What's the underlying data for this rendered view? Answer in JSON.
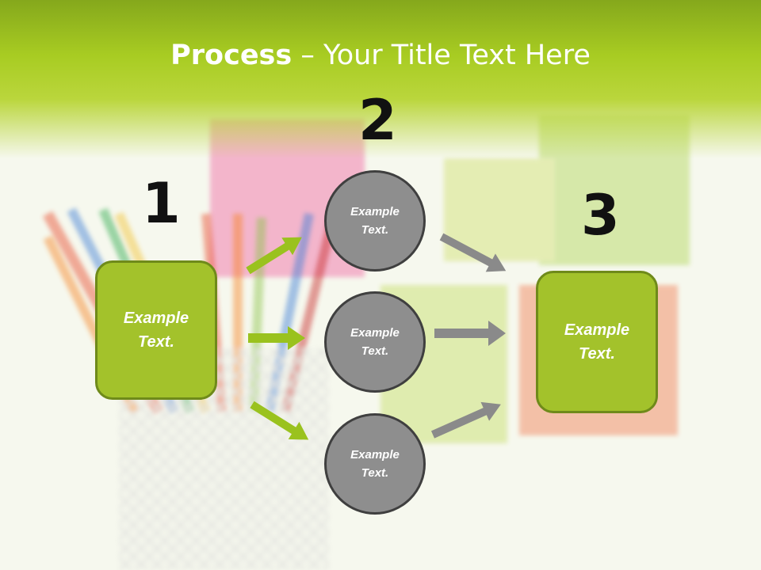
{
  "slide": {
    "title_bold": "Process",
    "title_rest": " – Your Title Text Here",
    "step_numbers": [
      "1",
      "2",
      "3"
    ],
    "box_left": {
      "line1": "Example",
      "line2": "Text."
    },
    "box_right": {
      "line1": "Example",
      "line2": "Text."
    },
    "circles": [
      {
        "line1": "Example",
        "line2": "Text."
      },
      {
        "line1": "Example",
        "line2": "Text."
      },
      {
        "line1": "Example",
        "line2": "Text."
      }
    ]
  },
  "colors": {
    "header_green": "#a8cc22",
    "box_fill": "#a3c22b",
    "box_border": "#6f8a1a",
    "circle_fill": "#8e8e8e",
    "circle_border": "#3f3f3f",
    "arrow_green": "#9ac21e",
    "arrow_gray": "#8a8a8a"
  }
}
